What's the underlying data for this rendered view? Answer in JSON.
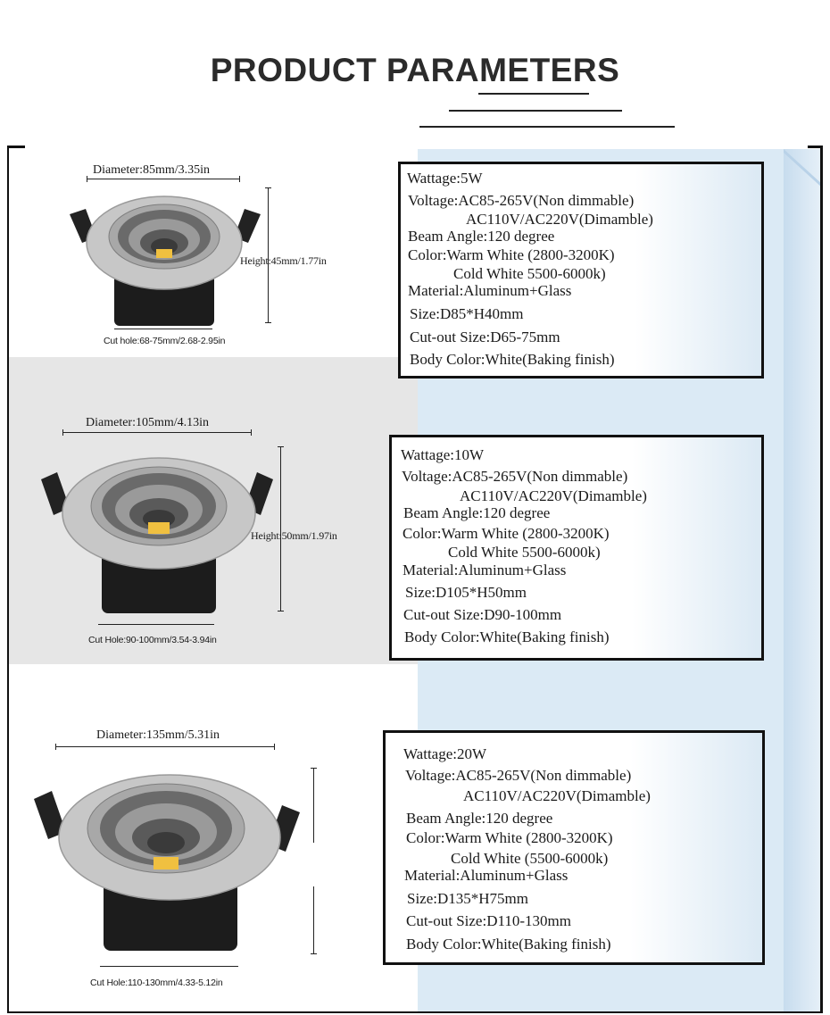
{
  "title": "PRODUCT PARAMETERS",
  "products": [
    {
      "diameter": "Diameter:85mm/3.35in",
      "height": "Height:45mm/1.77in",
      "cut_hole": "Cut hole:68-75mm/2.68-2.95in",
      "specs": {
        "wattage": "Wattage:5W",
        "voltage_1": "Voltage:AC85-265V(Non dimmable)",
        "voltage_2": "AC110V/AC220V(Dimamble)",
        "beam_angle": "Beam Angle:120 degree",
        "color_1": "Color:Warm White (2800-3200K)",
        "color_2": "Cold White 5500-6000k)",
        "material": "Material:Aluminum+Glass",
        "size": "Size:D85*H40mm",
        "cut_out": "Cut-out Size:D65-75mm",
        "body_color": "Body Color:White(Baking finish)"
      }
    },
    {
      "diameter": "Diameter:105mm/4.13in",
      "height": "Height:50mm/1.97in",
      "cut_hole": "Cut Hole:90-100mm/3.54-3.94in",
      "specs": {
        "wattage": "Wattage:10W",
        "voltage_1": "Voltage:AC85-265V(Non dimmable)",
        "voltage_2": "AC110V/AC220V(Dimamble)",
        "beam_angle": "Beam Angle:120 degree",
        "color_1": "Color:Warm White (2800-3200K)",
        "color_2": "Cold White 5500-6000k)",
        "material": "Material:Aluminum+Glass",
        "size": "Size:D105*H50mm",
        "cut_out": "Cut-out Size:D90-100mm",
        "body_color": "Body Color:White(Baking finish)"
      }
    },
    {
      "diameter": "Diameter:135mm/5.31in",
      "height": "",
      "cut_hole": "Cut Hole:110-130mm/4.33-5.12in",
      "specs": {
        "wattage": "Wattage:20W",
        "voltage_1": "Voltage:AC85-265V(Non dimmable)",
        "voltage_2": "AC110V/AC220V(Dimamble)",
        "beam_angle": "Beam Angle:120 degree",
        "color_1": "Color:Warm White (2800-3200K)",
        "color_2": "Cold White (5500-6000k)",
        "material": "Material:Aluminum+Glass",
        "size": "Size:D135*H75mm",
        "cut_out": "Cut-out Size:D110-130mm",
        "body_color": "Body Color:White(Baking finish)"
      }
    }
  ]
}
